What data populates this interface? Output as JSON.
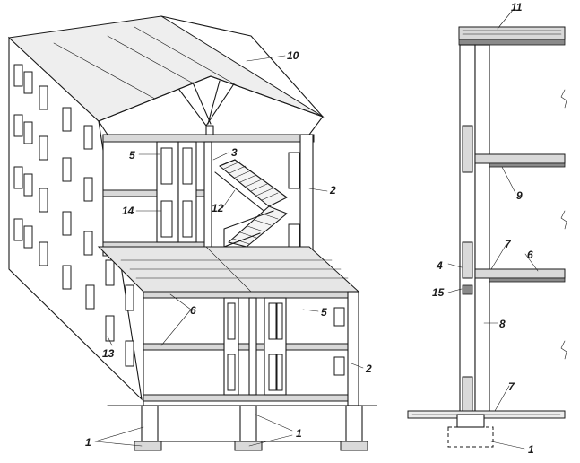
{
  "callouts": {
    "c1a": "1",
    "c1b": "1",
    "c1c": "1",
    "c2a": "2",
    "c2b": "2",
    "c3": "3",
    "c4": "4",
    "c5a": "5",
    "c5b": "5",
    "c6a": "6",
    "c6b": "6",
    "c7a": "7",
    "c7b": "7",
    "c8": "8",
    "c9": "9",
    "c10": "10",
    "c11": "11",
    "c12": "12",
    "c13": "13",
    "c14": "14",
    "c15": "15"
  }
}
